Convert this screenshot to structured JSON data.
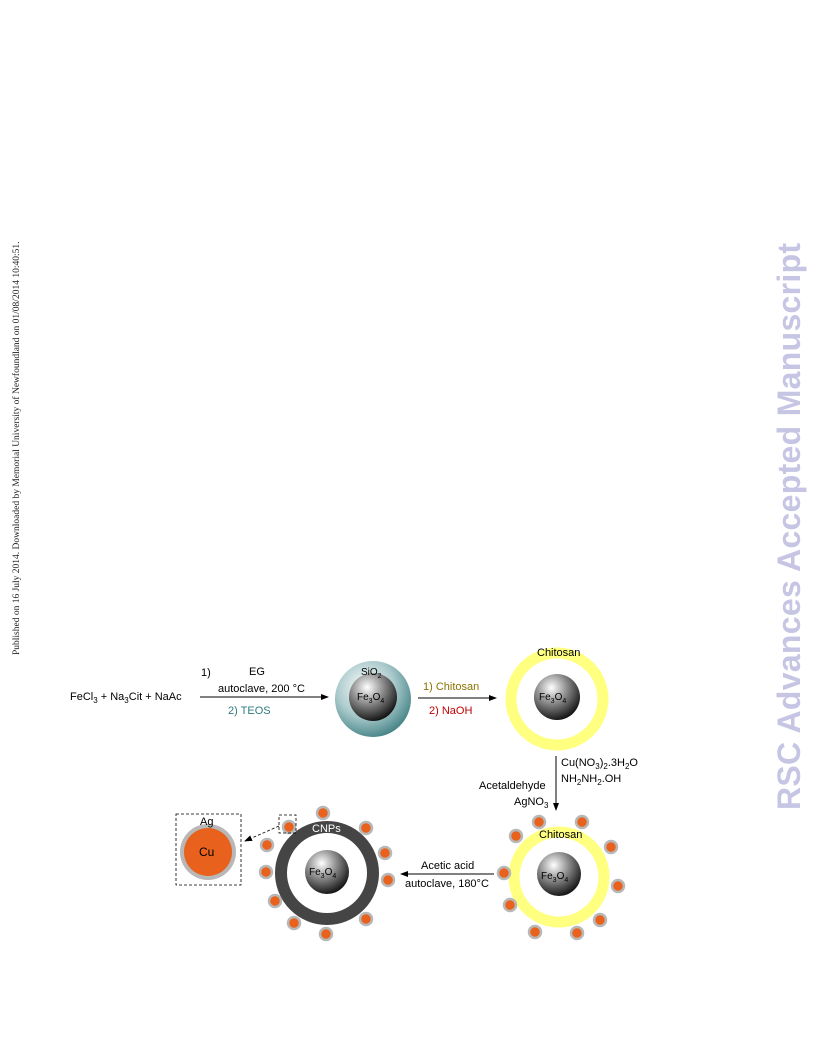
{
  "side_note": "Published on 16 July 2014. Downloaded by Memorial University of Newfoundland on 01/08/2014 10:40:51.",
  "watermark": "RSC Advances Accepted Manuscript",
  "colors": {
    "teal_shell": "#5f9a9c",
    "chitosan": "#ffff80",
    "cnp_shell": "#454545",
    "copper": "#e8621e",
    "silver": "#b8b8b8",
    "teos_text": "#2f7c80",
    "chitosan_text": "#8a7200",
    "naoh_text": "#c00000"
  },
  "reactants": {
    "fecl": "FeCl",
    "fecl_sub": "3",
    "na_cit_pre": " + Na",
    "na_cit_sub": "3",
    "na_cit_post": "Cit + NaAc"
  },
  "step1": {
    "number": "1)",
    "solvent": "EG",
    "conditions": "autoclave, 200 °C",
    "step2": "2) TEOS"
  },
  "particle1": {
    "shell_label": "SiO",
    "shell_label_sub": "2",
    "core_fe": "Fe",
    "core_sub3": "3",
    "core_o": "O",
    "core_sub4": "4"
  },
  "step2": {
    "reagent1": "1) Chitosan",
    "reagent2": "2) NaOH"
  },
  "particle2": {
    "shell_label": "Chitosan"
  },
  "step3": {
    "right_line1": "Cu(NO",
    "right_line1_sub": "3",
    "right_line1_post": ")",
    "right_line1_sub2": "2",
    "right_line1_tail": ".3H",
    "right_line1_sub3": "2",
    "right_line1_end": "O",
    "right_line2": "NH",
    "right_line2_sub": "2",
    "right_line2_mid": "NH",
    "right_line2_sub2": "2",
    "right_line2_end": ".OH",
    "left_line1": "Acetaldehyde",
    "left_line2": "AgNO",
    "left_line2_sub": "3"
  },
  "particle3": {
    "shell_label": "Chitosan"
  },
  "step4": {
    "reagent": "Acetic acid",
    "conditions": "autoclave, 180°C"
  },
  "particle4": {
    "shell_label": "CNPs"
  },
  "inset": {
    "shell_label": "Ag",
    "core_label": "Cu"
  }
}
